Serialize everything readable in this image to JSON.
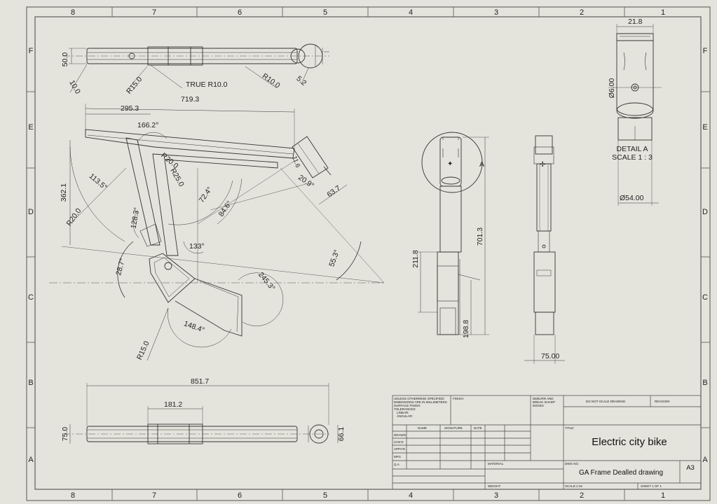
{
  "zones": {
    "columns": [
      "8",
      "7",
      "6",
      "5",
      "4",
      "3",
      "2",
      "1"
    ],
    "rows": [
      "F",
      "E",
      "D",
      "C",
      "B",
      "A"
    ]
  },
  "top_view": {
    "dims": {
      "height": "50.0",
      "r15": "R15.0",
      "true_r10": "TRUE R10.0",
      "r10": "R10.0",
      "d52": "5.2",
      "d10": "10.0"
    }
  },
  "side_view": {
    "dims": {
      "len719": "719.3",
      "len295": "295.3",
      "a166": "166.2°",
      "h362": "362.1",
      "a113": "113.5°",
      "r20a": "R20.0",
      "r20b": "R20.0",
      "r25": "R25.0",
      "a72": "72.4°",
      "a84": "84.6°",
      "a128": "128.3°",
      "a133": "133°",
      "a28": "28.7°",
      "a55": "55.3°",
      "a245": "245.3°",
      "a148": "148.4°",
      "r15": "R15.0",
      "a20": "20.9°",
      "d63": "63.7",
      "d11": "11.6"
    }
  },
  "front_view": {
    "label_a": "A",
    "dims": {
      "h701": "701.3",
      "h211": "211.8",
      "h198": "198.8"
    }
  },
  "end_view": {
    "dims": {
      "w75": "75.00"
    }
  },
  "detail": {
    "dims": {
      "w21": "21.8",
      "d6": "Ø6.00",
      "d54": "Ø54.00"
    },
    "label": "DETAIL A",
    "scale": "SCALE 1 : 3"
  },
  "bottom_view": {
    "dims": {
      "len851": "851.7",
      "len181": "181.2",
      "h75": "75.0",
      "h66": "66.1"
    }
  },
  "title_block": {
    "notes": [
      "UNLESS OTHERWISE SPECIFIED:",
      "DIMENSIONS ARE IN MILLIMETERS",
      "SURFACE FINISH:",
      "TOLERANCES:",
      "LINEAR:",
      "ANGULAR:"
    ],
    "finish": "FINISH:",
    "deburr": [
      "DEBURR AND",
      "BREAK SHARP",
      "EDGES"
    ],
    "do_not_scale": "DO NOT SCALE DRAWING",
    "revision": "REVISION",
    "col_name": "NAME",
    "col_signature": "SIGNATURE",
    "col_date": "DATE",
    "rows": [
      "DRAWN",
      "CHK'D",
      "APPV'D",
      "MFG",
      "Q.A"
    ],
    "title_label": "TITLE:",
    "title": "Electric city bike",
    "material": "MATERIAL:",
    "dwg_no_label": "DWG NO.",
    "dwg_no": "GA Frame Dealled drawing",
    "size": "A3",
    "weight": "WEIGHT:",
    "scale": "SCALE:1:15",
    "sheet": "SHEET 1 OF 1"
  }
}
